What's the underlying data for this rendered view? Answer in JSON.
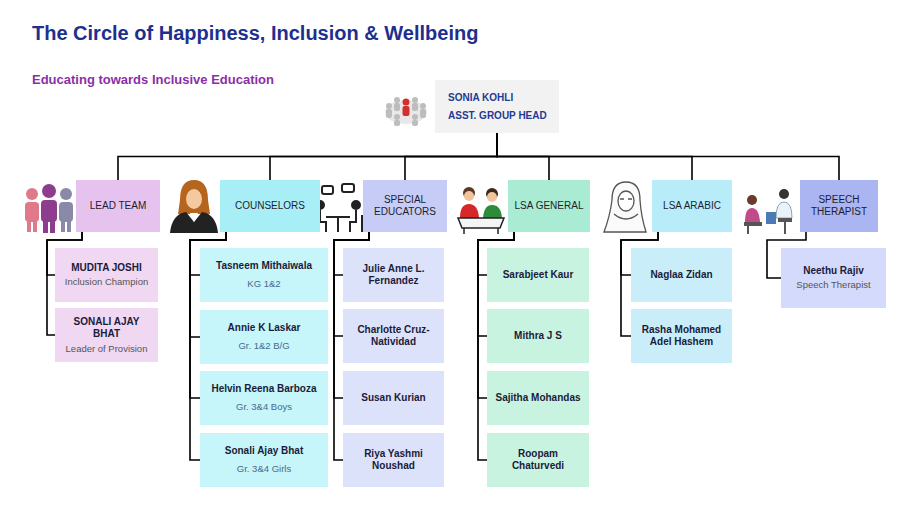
{
  "diagram": {
    "title": "The Circle of Happiness, Inclusion & Wellbeing",
    "nodes": [
      {
        "text": [
          "SONIA KOHLI",
          "ASST. GROUP HEAD"
        ]
      },
      {
        "text": [
          "LEAD TEAM"
        ]
      },
      {
        "text": [
          "COUNSELORS"
        ]
      },
      {
        "text": [
          "SPECIAL EDUCATORS"
        ]
      },
      {
        "text": [
          "LSA GENERAL"
        ]
      },
      {
        "text": [
          "LSA ARABIC"
        ]
      },
      {
        "text": [
          "SPEECH THERAPIST"
        ]
      },
      {
        "text": [
          "MUDITA JOSHI",
          "Inclusion Champion"
        ]
      },
      {
        "text": [
          "SONALI AJAY BHAT",
          "Leader of Provision"
        ]
      },
      {
        "text": [
          "Tasneem Mithaiwala",
          "KG 1&2"
        ]
      },
      {
        "text": [
          "Annie K Laskar",
          "Gr. 1&2 B/G"
        ]
      },
      {
        "text": [
          "Helvin Reena Barboza",
          "Gr. 3&4 Boys"
        ]
      },
      {
        "text": [
          "Sonali Ajay Bhat",
          "Gr. 3&4 Girls"
        ]
      },
      {
        "text": [
          "Julie Anne L. Fernandez"
        ]
      },
      {
        "text": [
          "Charlotte Cruz-Natividad"
        ]
      },
      {
        "text": [
          "Susan Kurian"
        ]
      },
      {
        "text": [
          "Riya Yashmi Noushad"
        ]
      },
      {
        "text": [
          "Sarabjeet Kaur"
        ]
      },
      {
        "text": [
          "Mithra J S"
        ]
      },
      {
        "text": [
          "Sajitha Mohandas"
        ]
      },
      {
        "text": [
          "Roopam Chaturvedi"
        ]
      },
      {
        "text": [
          "Naglaa Zidan"
        ]
      },
      {
        "text": [
          "Rasha Mohamed Adel Hashem"
        ]
      },
      {
        "text": [
          "Neethu Rajiv",
          "Speech Therapist"
        ]
      }
    ],
    "edges": [
      {
        "from": 0,
        "to": 1,
        "arrow": "none"
      },
      {
        "from": 0,
        "to": 2,
        "arrow": "none"
      },
      {
        "from": 0,
        "to": 3,
        "arrow": "none"
      },
      {
        "from": 0,
        "to": 4,
        "arrow": "none"
      },
      {
        "from": 0,
        "to": 5,
        "arrow": "none"
      },
      {
        "from": 0,
        "to": 6,
        "arrow": "none"
      },
      {
        "from": 1,
        "to": 7,
        "arrow": "none"
      },
      {
        "from": 1,
        "to": 8,
        "arrow": "none"
      },
      {
        "from": 2,
        "to": 9,
        "arrow": "none"
      },
      {
        "from": 2,
        "to": 10,
        "arrow": "none"
      },
      {
        "from": 2,
        "to": 11,
        "arrow": "none"
      },
      {
        "from": 2,
        "to": 12,
        "arrow": "none"
      },
      {
        "from": 3,
        "to": 13,
        "arrow": "none"
      },
      {
        "from": 3,
        "to": 14,
        "arrow": "none"
      },
      {
        "from": 3,
        "to": 15,
        "arrow": "none"
      },
      {
        "from": 3,
        "to": 16,
        "arrow": "none"
      },
      {
        "from": 4,
        "to": 17,
        "arrow": "none"
      },
      {
        "from": 4,
        "to": 18,
        "arrow": "none"
      },
      {
        "from": 4,
        "to": 19,
        "arrow": "none"
      },
      {
        "from": 4,
        "to": 20,
        "arrow": "none"
      },
      {
        "from": 5,
        "to": 21,
        "arrow": "none"
      },
      {
        "from": 5,
        "to": 22,
        "arrow": "none"
      },
      {
        "from": 6,
        "to": 23,
        "arrow": "none"
      }
    ],
    "labels": [
      "Educating towards Inclusive Education"
    ]
  }
}
